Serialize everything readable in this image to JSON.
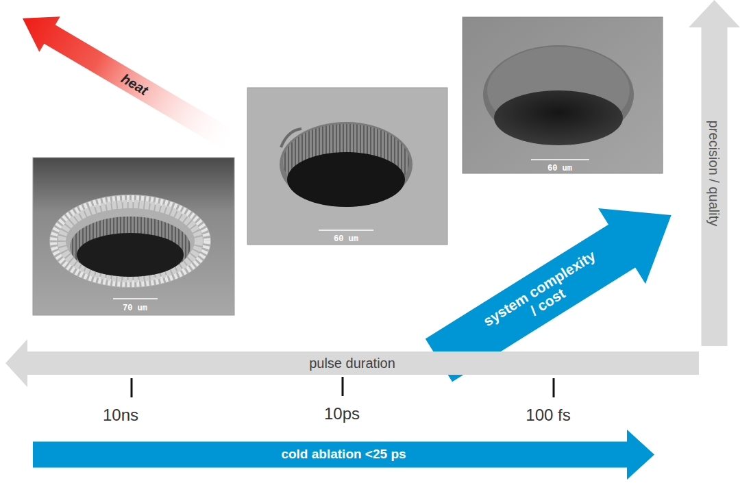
{
  "diagram": {
    "nodes": [
      {
        "text": [
          "heat"
        ]
      },
      {
        "text": [
          "system complexity / cost"
        ]
      },
      {
        "text": [
          "precision / quality"
        ]
      },
      {
        "text": [
          "pulse duration"
        ]
      },
      {
        "text": [
          "cold ablation <25 ps"
        ]
      }
    ],
    "labels": [
      "70 um",
      "60 um",
      "60 um",
      "10ns",
      "10ps",
      "100 fs"
    ]
  }
}
